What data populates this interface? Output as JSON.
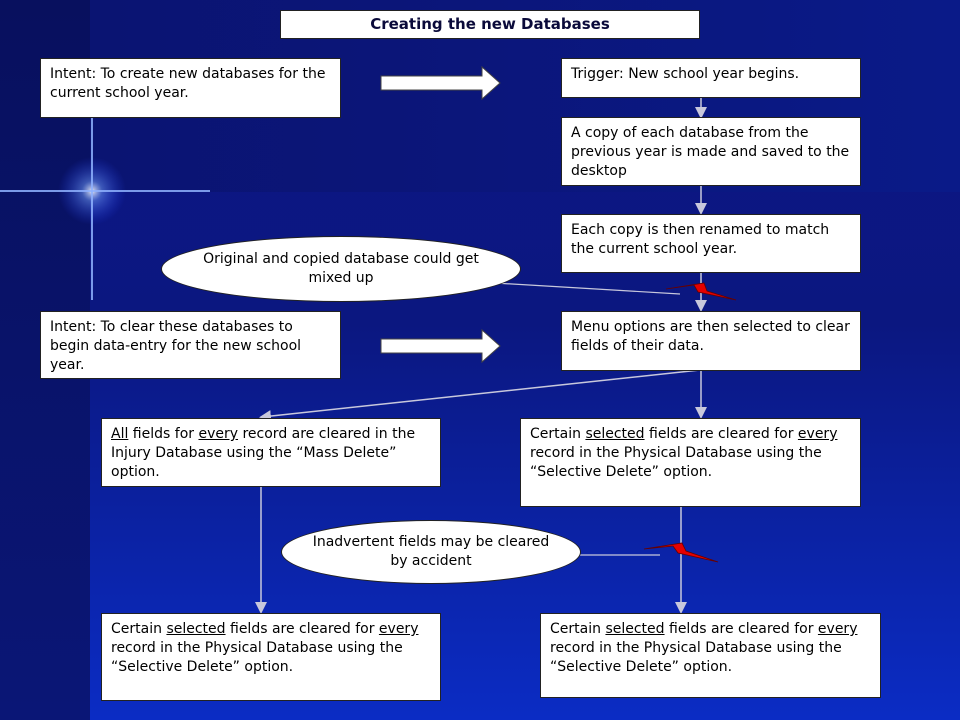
{
  "title": "Creating the new Databases",
  "intent1": "Intent: To create new databases for the current school year.",
  "trigger": "Trigger: New school year begins.",
  "copy": "A copy of each database from the previous year is made and saved to the desktop",
  "rename": "Each copy is then renamed to match the current school year.",
  "risk1": "Original and copied database could get mixed up",
  "intent2": "Intent: To clear these databases to begin data-entry for the new school year.",
  "menu": "Menu options are then selected to clear fields of their data.",
  "massdelete": {
    "w1": "All",
    "t1": " fields for ",
    "w2": "every",
    "t2": " record are cleared in the Injury Database using the “Mass Delete” option."
  },
  "selective": {
    "t0": "Certain ",
    "w1": "selected",
    "t1": " fields are cleared for ",
    "w2": "every",
    "t2": " record in the Physical Database using the “Selective Delete” option."
  },
  "risk2": "Inadvertent fields may be cleared by accident",
  "colors": {
    "background": "#0b1780",
    "box": "#ffffff",
    "connector": "#c8c8dc",
    "lightning": "#e00000"
  },
  "icons": [
    "right-arrow-icon",
    "lightning-icon",
    "sparkle-icon"
  ]
}
